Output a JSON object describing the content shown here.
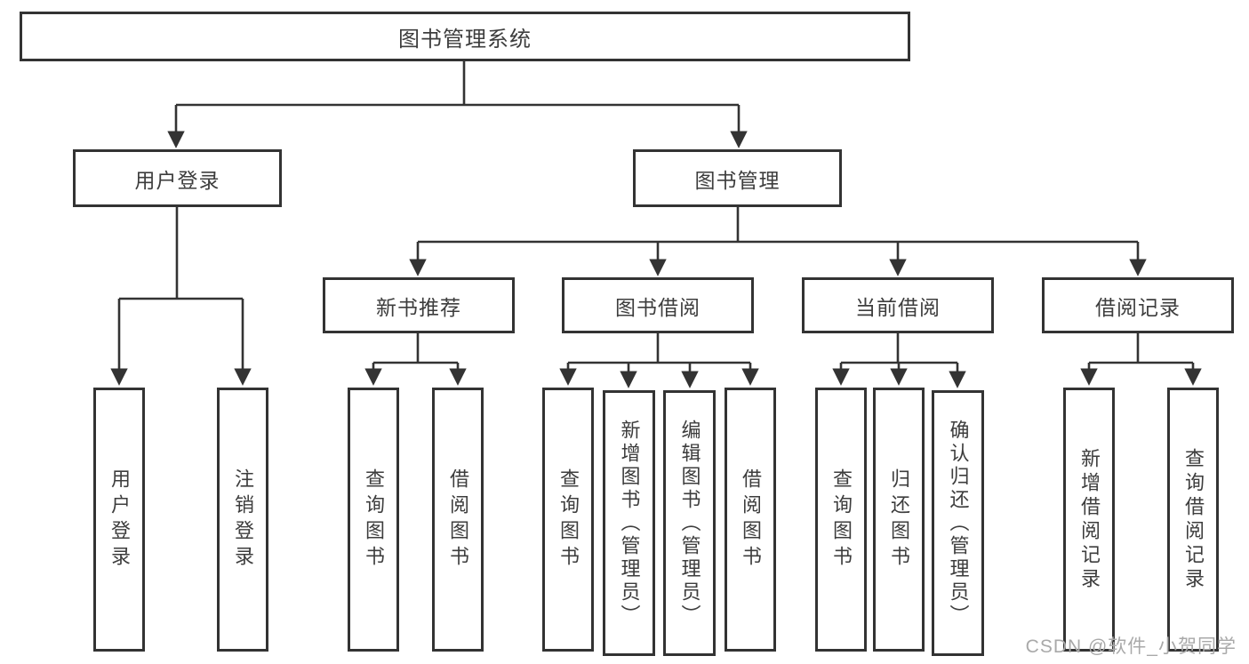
{
  "diagram": {
    "watermark": "CSDN @软件_小贺同学",
    "colors": {
      "line": "#333333",
      "text": "#3d3d3d",
      "background": "#ffffff",
      "watermark": "#a9a9a9"
    }
  },
  "nodes": {
    "root": {
      "label": "图书管理系统"
    },
    "user_login": {
      "label": "用户登录"
    },
    "book_management": {
      "label": "图书管理"
    },
    "new_book_recommend": {
      "label": "新书推荐"
    },
    "book_borrowing": {
      "label": "图书借阅"
    },
    "current_borrowing": {
      "label": "当前借阅"
    },
    "borrowing_records": {
      "label": "借阅记录"
    },
    "leaf_user_login": {
      "label": "用户登录"
    },
    "leaf_logout": {
      "label": "注销登录"
    },
    "leaf_query_book_recommend": {
      "label": "查询图书"
    },
    "leaf_borrow_book_recommend": {
      "label": "借阅图书"
    },
    "leaf_query_book_borrowing": {
      "label": "查询图书"
    },
    "leaf_add_book_admin": {
      "label": "新增图书（管理员）"
    },
    "leaf_edit_book_admin": {
      "label": "编辑图书（管理员）"
    },
    "leaf_borrow_book_borrowing": {
      "label": "借阅图书"
    },
    "leaf_query_book_current": {
      "label": "查询图书"
    },
    "leaf_return_book": {
      "label": "归还图书"
    },
    "leaf_confirm_return_admin": {
      "label": "确认归还（管理员）"
    },
    "leaf_add_borrow_record": {
      "label": "新增借阅记录"
    },
    "leaf_query_borrow_record": {
      "label": "查询借阅记录"
    }
  }
}
